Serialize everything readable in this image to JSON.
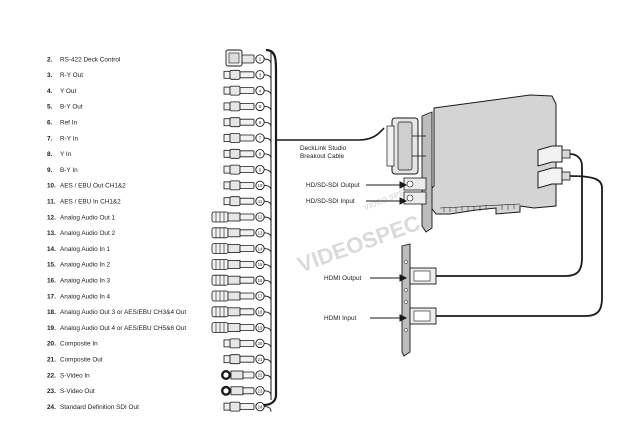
{
  "connectors": [
    {
      "num": "2.",
      "label": "RS-422 Deck Control",
      "plug": "deck"
    },
    {
      "num": "3.",
      "label": "R-Y Out",
      "plug": "bnc"
    },
    {
      "num": "4.",
      "label": "Y Out",
      "plug": "bnc"
    },
    {
      "num": "5.",
      "label": "B-Y Out",
      "plug": "bnc"
    },
    {
      "num": "6.",
      "label": "Ref In",
      "plug": "bnc"
    },
    {
      "num": "7.",
      "label": "R-Y In",
      "plug": "bnc"
    },
    {
      "num": "8.",
      "label": "Y In",
      "plug": "bnc"
    },
    {
      "num": "9.",
      "label": "B-Y In",
      "plug": "bnc"
    },
    {
      "num": "10.",
      "label": "AES / EBU Out CH1&2",
      "plug": "bnc"
    },
    {
      "num": "11.",
      "label": "AES / EBU In CH1&2",
      "plug": "bnc"
    },
    {
      "num": "12.",
      "label": "Analog Audio Out 1",
      "plug": "xlr"
    },
    {
      "num": "13.",
      "label": "Analog Audio Out 2",
      "plug": "xlr"
    },
    {
      "num": "14.",
      "label": "Analog Audio In 1",
      "plug": "xlr"
    },
    {
      "num": "15.",
      "label": "Analog Audio In 2",
      "plug": "xlr"
    },
    {
      "num": "16.",
      "label": "Analog Audio In 3",
      "plug": "xlr"
    },
    {
      "num": "17.",
      "label": "Analog Audio In 4",
      "plug": "xlr"
    },
    {
      "num": "18.",
      "label": "Analog Audio Out 3 or AES/EBU CH3&4 Out",
      "plug": "xlr"
    },
    {
      "num": "19.",
      "label": "Analog Audio Out 4 or AES/EBU CH5&6 Out",
      "plug": "xlr"
    },
    {
      "num": "20.",
      "label": "Composite In",
      "plug": "bnc"
    },
    {
      "num": "21.",
      "label": "Composite Out",
      "plug": "bnc"
    },
    {
      "num": "22.",
      "label": "S-Video In",
      "plug": "svideo"
    },
    {
      "num": "23.",
      "label": "S-Video Out",
      "plug": "svideo"
    },
    {
      "num": "24.",
      "label": "Standard Definition SDI Out",
      "plug": "bnc"
    }
  ],
  "breakout_cable_label": [
    "DeckLink Studio",
    "Breakout Cable"
  ],
  "sdi_output_label": "HD/SD-SDI Output",
  "sdi_input_label": "HD/SD-SDI Input",
  "hdmi_output_label": "HDMI Output",
  "hdmi_input_label": "HDMI Input",
  "watermark": "VIDEOSPEC",
  "watermark_small": "VIDEO SPEC .RU",
  "colors": {
    "line": "#1a1a1a",
    "card": "#d4d4d4",
    "bracket": "#bdbdbd",
    "plug": "#f2f2f2"
  }
}
